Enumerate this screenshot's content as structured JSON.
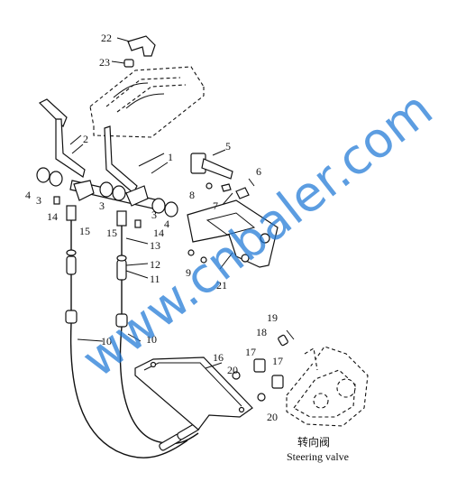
{
  "part_numbers": {
    "p1": "1",
    "p2": "2",
    "p3a": "3",
    "p3b": "3",
    "p3c": "3",
    "p4a": "4",
    "p4b": "4",
    "p5": "5",
    "p6": "6",
    "p7": "7",
    "p8": "8",
    "p9": "9",
    "p10a": "10",
    "p10b": "10",
    "p11": "11",
    "p12": "12",
    "p13": "13",
    "p14a": "14",
    "p14b": "14",
    "p15a": "15",
    "p15b": "15",
    "p16": "16",
    "p17a": "17",
    "p17b": "17",
    "p18": "18",
    "p19": "19",
    "p20a": "20",
    "p20b": "20",
    "p21": "21",
    "p22": "22",
    "p23": "23"
  },
  "watermark": "www.cnbaler.com",
  "caption": {
    "chinese": "转向阀",
    "english": "Steering valve"
  }
}
